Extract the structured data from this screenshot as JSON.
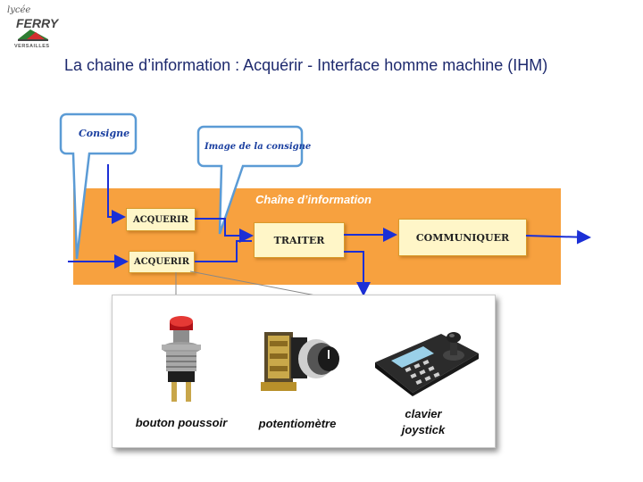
{
  "logo": {
    "script": "lycée",
    "name": "FERRY",
    "city": "VERSAILLES"
  },
  "title": "La chaine d’information : Acquérir - Interface homme machine (IHM)",
  "diagram": {
    "callouts": {
      "consigne": "Consigne",
      "image_consigne": "Image de la consigne"
    },
    "band_title": "Chaîne d’information",
    "blocks": {
      "acquerir_top": "ACQUERIR",
      "acquerir_bottom": "ACQUERIR",
      "traiter": "TRAITER",
      "communiquer": "COMMUNIQUER"
    },
    "colors": {
      "band": "#f7a13f",
      "arrows": "#1b2fd6",
      "callout_border": "#5b9bd5"
    }
  },
  "photos": [
    {
      "caption": "bouton poussoir",
      "icon": "push-button-icon"
    },
    {
      "caption": "potentiomètre",
      "icon": "potentiometer-icon"
    },
    {
      "caption_line1": "clavier",
      "caption_line2": "joystick",
      "icon": "keyboard-joystick-icon"
    }
  ]
}
